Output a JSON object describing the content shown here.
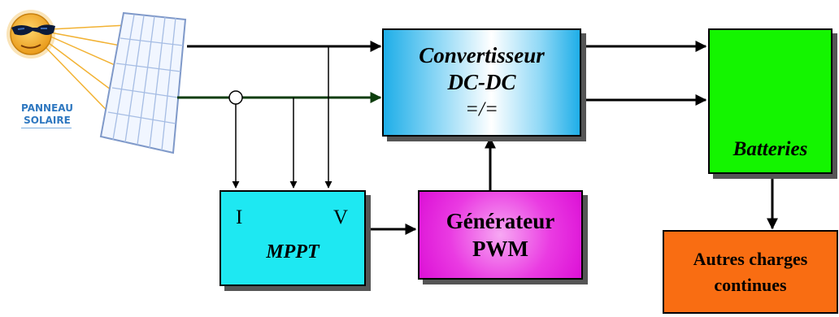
{
  "panel": {
    "label": "PANNEAU SOLAIRE"
  },
  "converter": {
    "line1": "Convertisseur",
    "line2": "DC-DC",
    "symbol": "=/="
  },
  "batteries": {
    "label": "Batteries"
  },
  "mppt": {
    "label": "MPPT",
    "input_i": "I",
    "input_v": "V"
  },
  "pwm": {
    "line1": "Générateur",
    "line2": "PWM"
  },
  "loads": {
    "line1": "Autres charges",
    "line2": "continues"
  },
  "icons": [
    "sun-with-sunglasses-icon",
    "solar-panel-icon",
    "car-battery-icon",
    "current-sensor-icon"
  ],
  "colors": {
    "converter": "#1faee8",
    "batteries": "#14f500",
    "mppt": "#1ee8f2",
    "pwm": "#e33bdc",
    "loads": "#f96d12",
    "negative_line": "#0c3d0c"
  }
}
